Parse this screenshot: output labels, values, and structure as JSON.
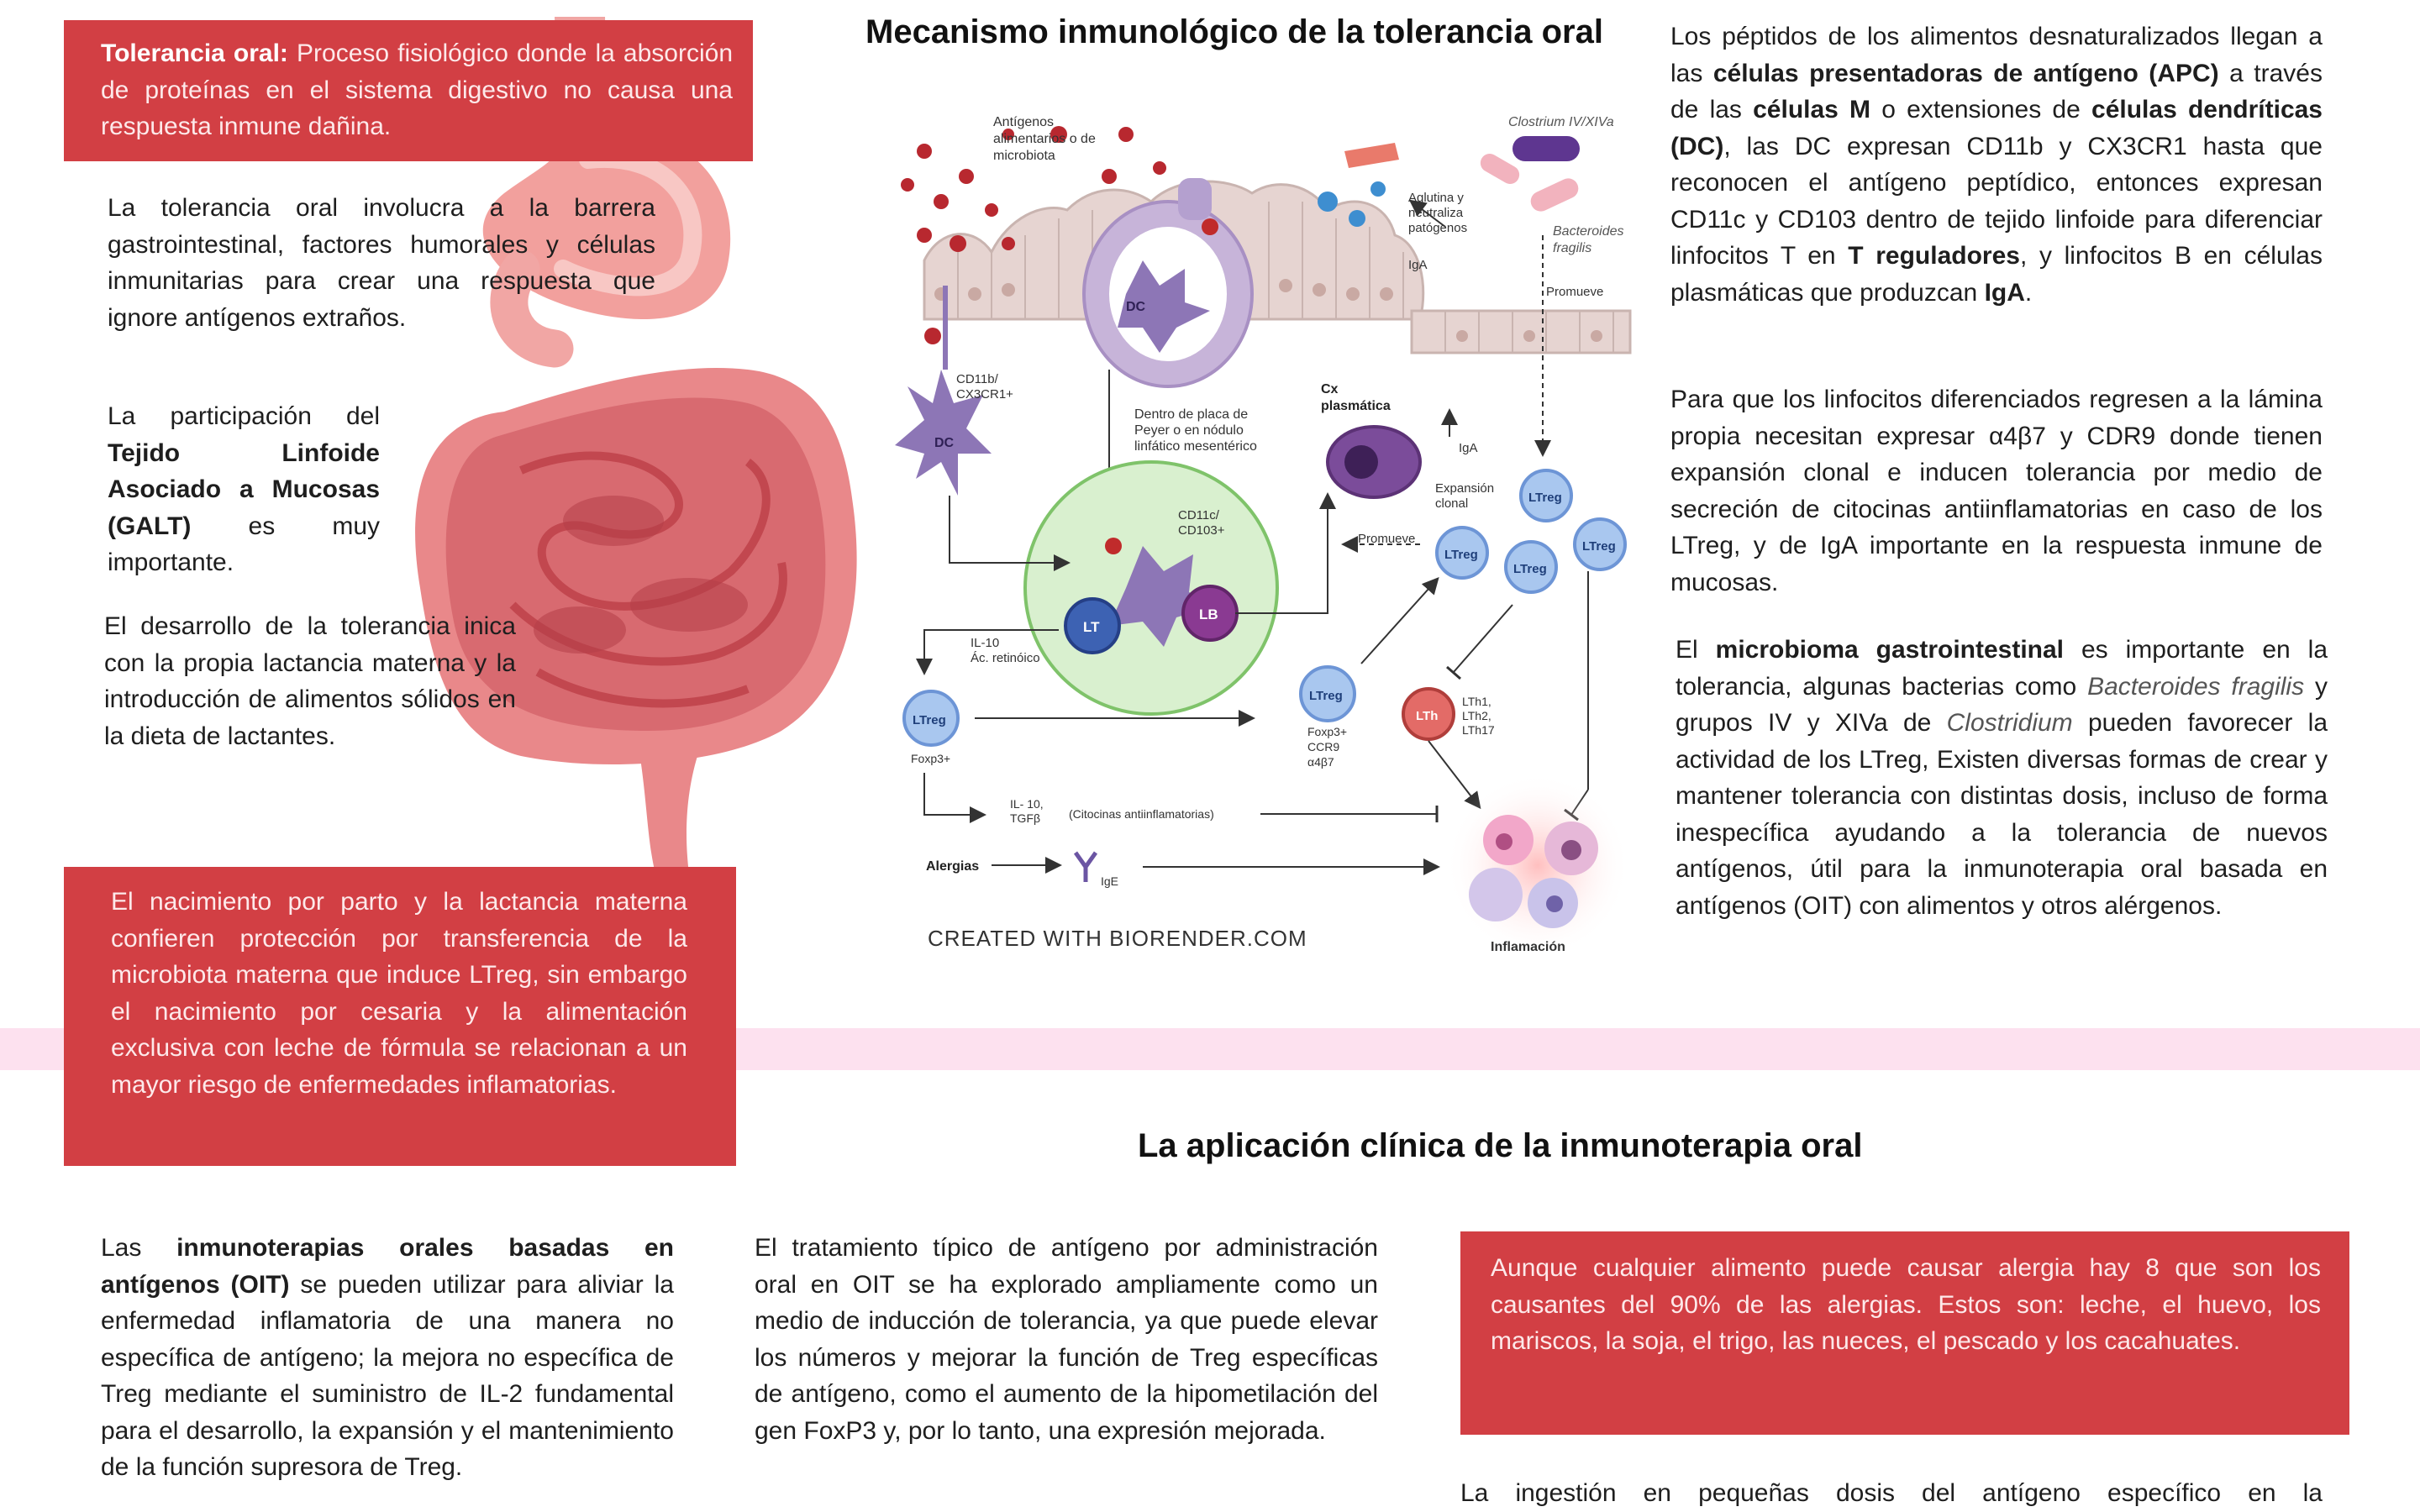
{
  "colors": {
    "accent_red": "#d23f44",
    "band_pink": "#fde1ef",
    "text_dark": "#1e1e1e"
  },
  "definition": {
    "term": "Tolerancia oral:",
    "text": "Proceso fisiológico donde la absorción de proteínas en el sistema digestivo no causa una respuesta inmune dañina."
  },
  "intro": {
    "p1": "La tolerancia oral involucra a la barrera gastrointestinal, factores humorales y células inmunitarias para crear una respuesta que ignore antígenos extraños.",
    "p2_before": "La participación del ",
    "p2_bold": "Tejido Linfoide Asociado a Mucosas (GALT)",
    "p2_after": " es muy importante.",
    "p3": "El desarrollo de la tolerancia inica con la propia lactancia materna y la introducción de alimentos sólidos en la dieta de lactantes."
  },
  "birth_box": {
    "text": "El nacimiento por parto y la lactancia materna confieren protección por transferencia de la microbiota materna que induce LTreg, sin embargo el nacimiento por cesaria y la alimentación exclusiva con leche de fórmula se relacionan a un mayor riesgo de enfermedades inflamatorias."
  },
  "mechanism": {
    "title": "Mecanismo inmunológico de la tolerancia oral",
    "credit": "CREATED WITH BIORENDER.COM",
    "labels": {
      "antigens": [
        "Antígenos",
        "alimentarios o de",
        "microbiota"
      ],
      "dc": "DC",
      "dc_receptor": [
        "CD11b/",
        "CX3CR1+"
      ],
      "peyer": [
        "Dentro de placa de",
        "Peyer o en nódulo",
        "linfático mesentérico"
      ],
      "cx_plasma": [
        "Cx",
        "plasmática"
      ],
      "agglutinate": [
        "Aglutina y",
        "neutraliza",
        "patógenos"
      ],
      "iga": "IgA",
      "clostrium": "Clostrium IV/XIVa",
      "bacteroides": [
        "Bacteroides",
        "fragilis"
      ],
      "promueve": "Promueve",
      "expansion": [
        "Expansión",
        "clonal"
      ],
      "cd11c": [
        "CD11c/",
        "CD103+"
      ],
      "lt": "LT",
      "lb": "LB",
      "ltreg": "LTreg",
      "il10": [
        "IL-10",
        "Ác. retinóico"
      ],
      "foxp3": "Foxp3+",
      "ltreg_markers": [
        "Foxp3+",
        "CCR9",
        "α4β7"
      ],
      "lth": "LTh",
      "lth_types": [
        "LTh1,",
        "LTh2,",
        "LTh17"
      ],
      "cytokines": [
        "IL- 10,",
        "TGFβ"
      ],
      "cytokines_note": "(Citocinas antiinflamatorias)",
      "allergies": "Alergias",
      "ige": "IgE",
      "inflammation": "Inflamación"
    }
  },
  "right_col": {
    "p1_parts": [
      "Los péptidos de los alimentos desnaturalizados llegan a las ",
      "células presentadoras de antígeno (APC)",
      " a través de las ",
      "células M",
      " o extensiones de ",
      "células dendríticas (DC)",
      ", las DC expresan CD11b y CX3CR1 hasta que reconocen el antígeno peptídico, entonces expresan CD11c y CD103 dentro de tejido linfoide para diferenciar linfocitos T en ",
      "T reguladores",
      ", y linfocitos B en células plasmáticas que produzcan ",
      "IgA",
      "."
    ],
    "p2": "Para que los linfocitos diferenciados regresen a la lámina propia necesitan expresar α4β7 y CDR9 donde tienen expansión clonal e inducen tolerancia por medio de secreción de citocinas antiinflamatorias en caso de los LTreg, y de IgA importante en la respuesta inmune de mucosas.",
    "p3_parts": [
      "El ",
      "microbioma gastrointestinal",
      " es importante en la tolerancia, algunas bacterias como ",
      "Bacteroides fragilis",
      " y grupos IV y XIVa de ",
      "Clostridium",
      " pueden favorecer la actividad de los LTreg,  Existen diversas formas de crear y mantener tolerancia con distintas dosis, incluso de forma inespecífica ayudando a la tolerancia de nuevos antígenos, útil para la inmunoterapia oral basada en antígenos (OIT) con alimentos y otros alérgenos."
    ]
  },
  "clinical": {
    "title": "La aplicación clínica de la inmunoterapia oral",
    "col1_parts": [
      "Las ",
      "inmunoterapias orales basadas en antígenos (OIT)",
      " se pueden utilizar para aliviar la enfermedad inflamatoria de una manera no específica de antígeno; la mejora no específica de Treg mediante el suministro de IL-2 fundamental para el desarrollo, la expansión y el mantenimiento de la función supresora de Treg."
    ],
    "col2": "El tratamiento típico de antígeno por administración oral en OIT se ha explorado ampliamente como un medio de inducción de tolerancia, ya que puede elevar los números y mejorar la función de Treg específicas de antígeno, como el aumento de la hipometilación del gen FoxP3 y, por lo tanto, una expresión mejorada.",
    "allergy_box": "Aunque cualquier alimento puede causar alergia hay 8 que son los causantes del 90% de las alergias. Estos son: leche, el huevo, los mariscos, la soja, el trigo, las nueces, el pescado y los cacahuates.",
    "col3_bottom": "La ingestión en pequeñas dosis del antígeno específico en la"
  }
}
